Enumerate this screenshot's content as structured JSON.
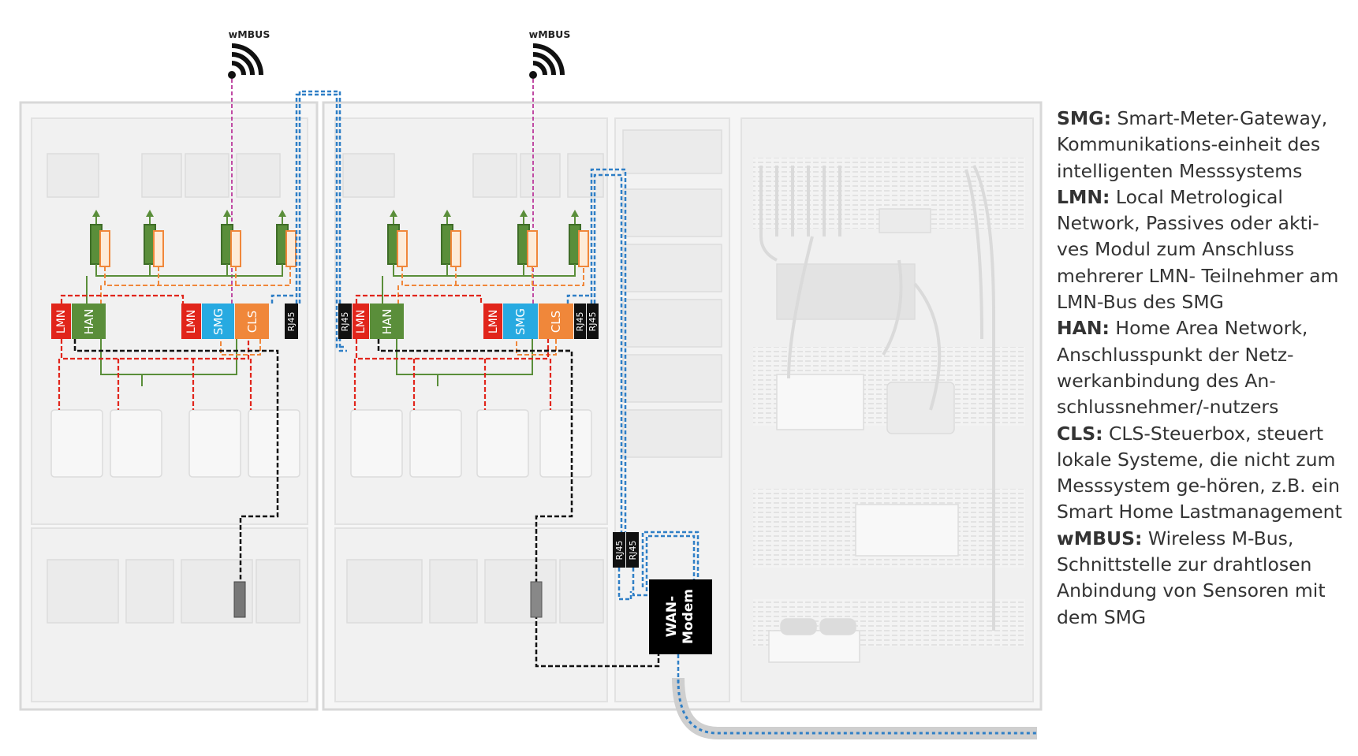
{
  "antennas": [
    {
      "label": "wMBUS"
    },
    {
      "label": "wMBUS"
    }
  ],
  "modules": {
    "lmn": "LMN",
    "han": "HAN",
    "smg": "SMG",
    "cls": "CLS",
    "rj45": "RJ45",
    "wan_modem": [
      "WAN-",
      "Modem"
    ]
  },
  "colors": {
    "lmn": "#e1251b",
    "han": "#5a8e3a",
    "smg": "#27aae1",
    "cls": "#f0873a",
    "rj45": "#111111",
    "wmbus": "#c04ba4",
    "lan": "#2f7fc6",
    "cable": "#cfcfcf"
  },
  "legend": [
    {
      "term": "SMG:",
      "text": " Smart-Meter-Gateway, Kommunikations-einheit des intelligenten Messsystems"
    },
    {
      "term": "LMN:",
      "text": " Local Metrological Network, Passives oder akti-ves Modul zum Anschluss mehrerer LMN- Teilnehmer am LMN-Bus des SMG"
    },
    {
      "term": "HAN:",
      "text": " Home Area Network, Anschlusspunkt der Netz-werkanbindung des An-schlussnehmer/-nutzers"
    },
    {
      "term": "CLS:",
      "text": " CLS-Steuerbox, steuert lokale Systeme, die nicht zum Messsystem ge-hören, z.B. ein Smart Home Lastmanagement"
    },
    {
      "term": "wMBUS:",
      "text": " Wireless M-Bus, Schnittstelle zur drahtlosen Anbindung von Sensoren mit dem SMG"
    }
  ]
}
